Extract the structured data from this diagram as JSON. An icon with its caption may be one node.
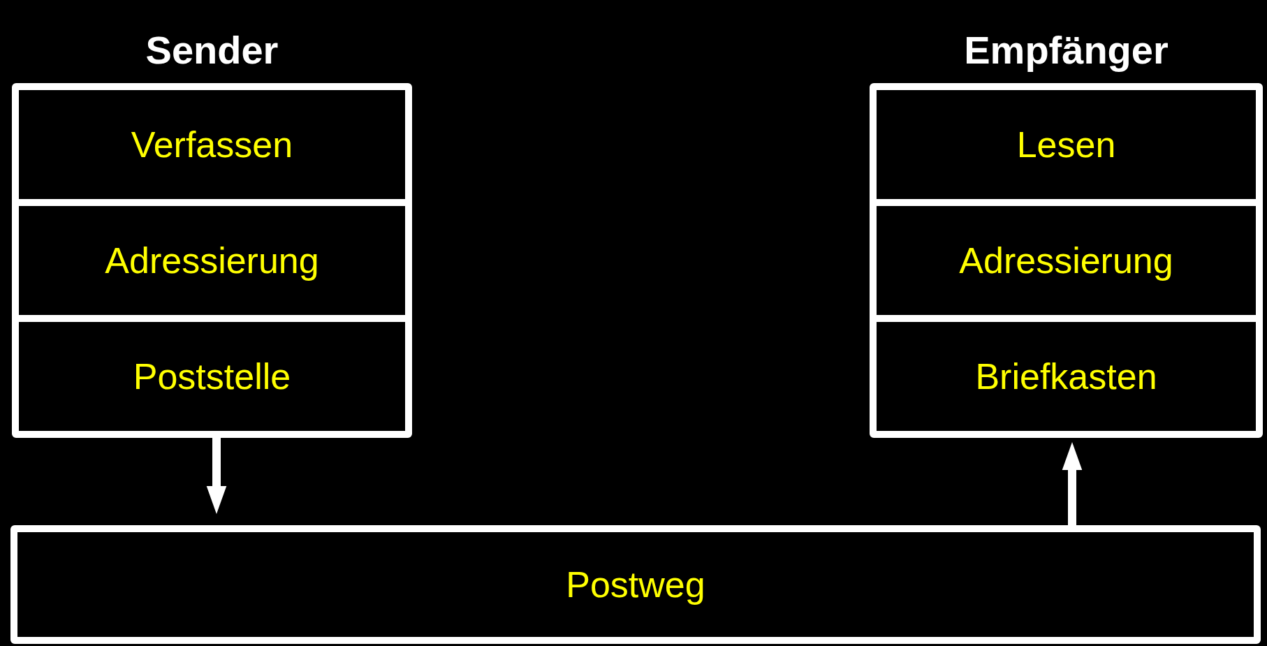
{
  "diagram": {
    "nodes": [
      {
        "text": [
          "Sender"
        ]
      },
      {
        "text": [
          "Verfassen"
        ],
        "in": 0
      },
      {
        "text": [
          "Adressierung"
        ],
        "in": 0
      },
      {
        "text": [
          "Poststelle"
        ],
        "in": 0
      },
      {
        "text": [
          "Empfänger"
        ]
      },
      {
        "text": [
          "Lesen"
        ],
        "in": 4
      },
      {
        "text": [
          "Adressierung"
        ],
        "in": 4
      },
      {
        "text": [
          "Briefkasten"
        ],
        "in": 4
      },
      {
        "text": [
          "Postweg"
        ]
      }
    ],
    "edges": [
      {
        "from": 3,
        "to": 8,
        "arrow": "to"
      },
      {
        "from": 8,
        "to": 7,
        "arrow": "to"
      }
    ]
  }
}
